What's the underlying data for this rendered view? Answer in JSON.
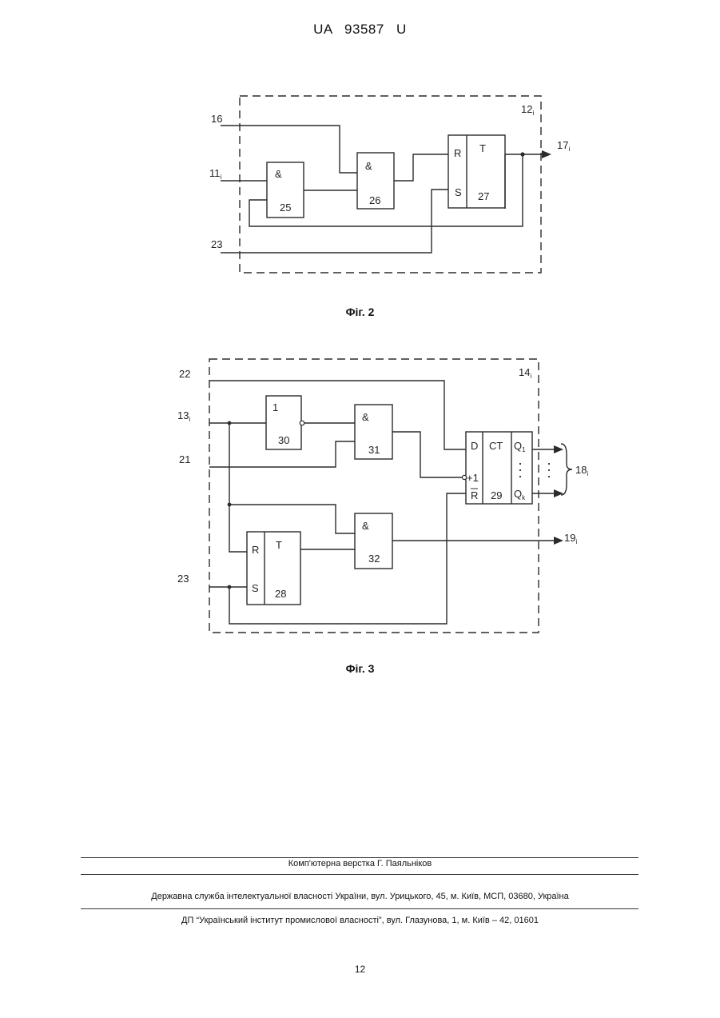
{
  "header": {
    "patent_id": "UA   93587   U"
  },
  "figure2": {
    "caption": "Фіг. 2",
    "block_label": "12",
    "block_label_sub": "i",
    "inputs": {
      "in16": "16",
      "in11": "11",
      "in11_sub": "i",
      "in23": "23"
    },
    "output": {
      "label": "17",
      "label_sub": "i"
    },
    "gate25": {
      "symbol": "&",
      "number": "25"
    },
    "gate26": {
      "symbol": "&",
      "number": "26"
    },
    "trigger27": {
      "r": "R",
      "s": "S",
      "t": "T",
      "number": "27"
    }
  },
  "figure3": {
    "caption": "Фіг. 3",
    "block_label": "14",
    "block_label_sub": "i",
    "inputs": {
      "in22": "22",
      "in13": "13",
      "in13_sub": "i",
      "in21": "21",
      "in23": "23"
    },
    "outputs": {
      "out18": "18",
      "out18_sub": "i",
      "out19": "19",
      "out19_sub": "i"
    },
    "gate30": {
      "symbol": "1",
      "number": "30"
    },
    "gate31": {
      "symbol": "&",
      "number": "31"
    },
    "gate32": {
      "symbol": "&",
      "number": "32"
    },
    "counter29": {
      "d": "D",
      "plus1": "+1",
      "r": "R",
      "ct": "CT",
      "number": "29",
      "q1": "Q",
      "q1_sub": "1",
      "qk": "Q",
      "qk_sub": "k"
    },
    "trigger28": {
      "r": "R",
      "s": "S",
      "t": "T",
      "number": "28"
    }
  },
  "footer": {
    "layout_credit": "Комп'ютерна верстка Г. Паяльніков",
    "agency": "Державна служба інтелектуальної власності України, вул. Урицького, 45, м. Київ, МСП, 03680, Україна",
    "institute": "ДП “Український інститут промислової власності”, вул. Глазунова, 1, м. Київ – 42, 01601",
    "page_number": "12"
  }
}
